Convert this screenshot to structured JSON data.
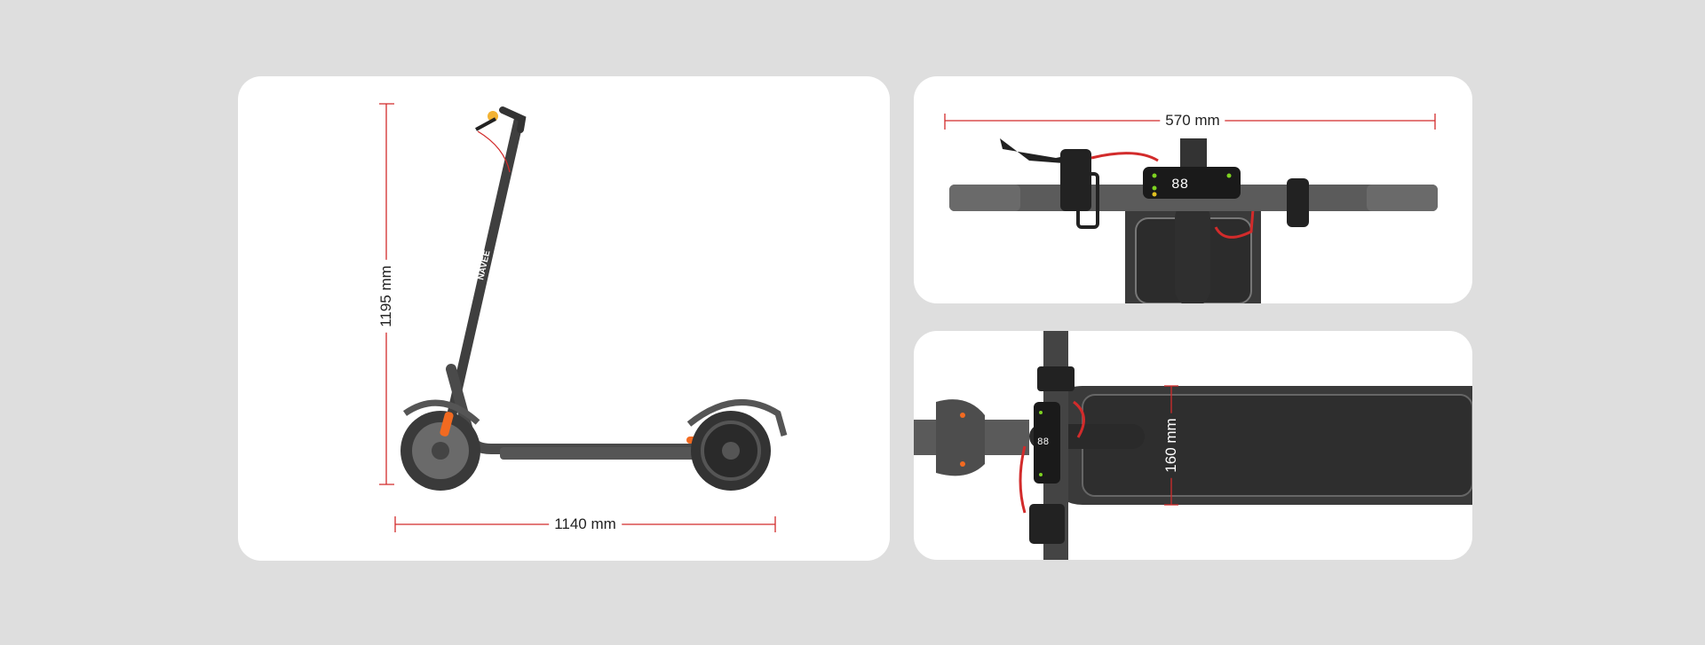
{
  "side_view": {
    "height_label": "1195 mm",
    "length_label": "1140 mm",
    "brand_text": "NAVEE"
  },
  "handlebar_view": {
    "width_label": "570 mm",
    "display_digits": "88"
  },
  "deck_view": {
    "deck_width_label": "160 mm",
    "display_digits": "88"
  },
  "colors": {
    "background": "#dedede",
    "card": "#ffffff",
    "dimension_line": "#d22b2b",
    "body": "#4a4a4a",
    "accent": "#f26a21"
  }
}
